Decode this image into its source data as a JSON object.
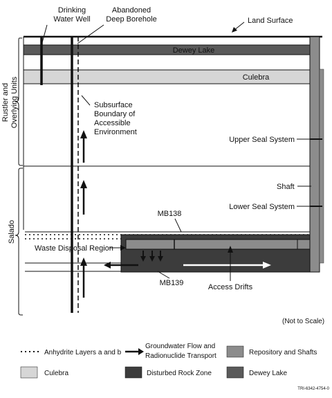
{
  "labels": {
    "drinking_water_well": [
      "Drinking",
      "Water Well"
    ],
    "abandoned_borehole": [
      "Abandoned",
      "Deep Borehole"
    ],
    "land_surface": "Land Surface",
    "dewey_lake": "Dewey Lake",
    "culebra": "Culebra",
    "rustler": [
      "Rustler and",
      "Overlying Units"
    ],
    "salado": "Salado",
    "subsurface_boundary": [
      "Subsurface",
      "Boundary of",
      "Accessible",
      "Environment"
    ],
    "upper_seal": "Upper Seal System",
    "shaft": "Shaft",
    "lower_seal": "Lower Seal System",
    "mb138": "MB138",
    "mb139": "MB139",
    "waste_disposal": "Waste Disposal Region",
    "access_drifts": "Access Drifts",
    "not_to_scale": "(Not to Scale)",
    "figure_id": "TRI-6342-4754-0"
  },
  "legend": {
    "anhydrite": "Anhydrite Layers a and b",
    "groundwater": [
      "Groundwater Flow and",
      "Radionuclide Transport"
    ],
    "repository": "Repository and Shafts",
    "culebra": "Culebra",
    "disturbed": "Disturbed Rock Zone",
    "dewey": "Dewey Lake"
  },
  "colors": {
    "dewey_lake": "#5a5a5a",
    "culebra": "#d6d6d6",
    "repository": "#8c8c8c",
    "disturbed_rock": "#3c3c3c",
    "line": "#111111"
  }
}
